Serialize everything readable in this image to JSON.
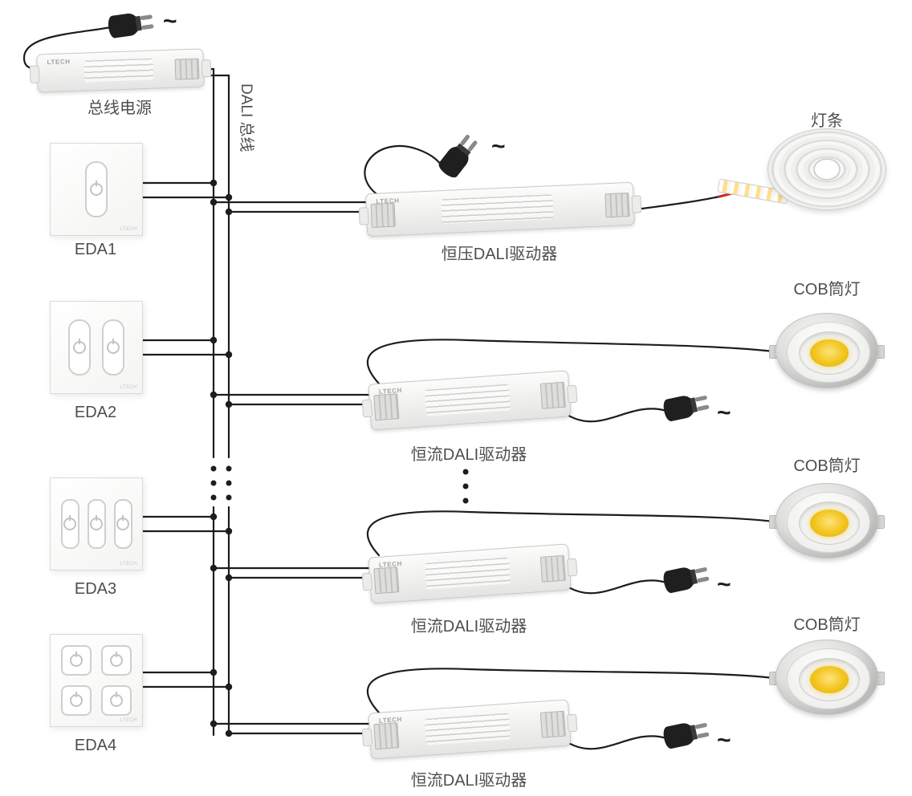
{
  "diagram": {
    "ac_symbol": "~",
    "brand": "LTECH",
    "bus_power_label": "总线电源",
    "dali_bus_label": "DALI 总线",
    "panels": [
      {
        "label": "EDA1"
      },
      {
        "label": "EDA2"
      },
      {
        "label": "EDA3"
      },
      {
        "label": "EDA4"
      }
    ],
    "cv_driver_label": "恒压DALI驱动器",
    "cc_driver_label": "恒流DALI驱动器",
    "strip_label": "灯条",
    "downlight_label": "COB筒灯",
    "colors": {
      "wire": "#1d1d1b",
      "led": "#f2c41d",
      "wire_tip": "#c8281e"
    }
  }
}
